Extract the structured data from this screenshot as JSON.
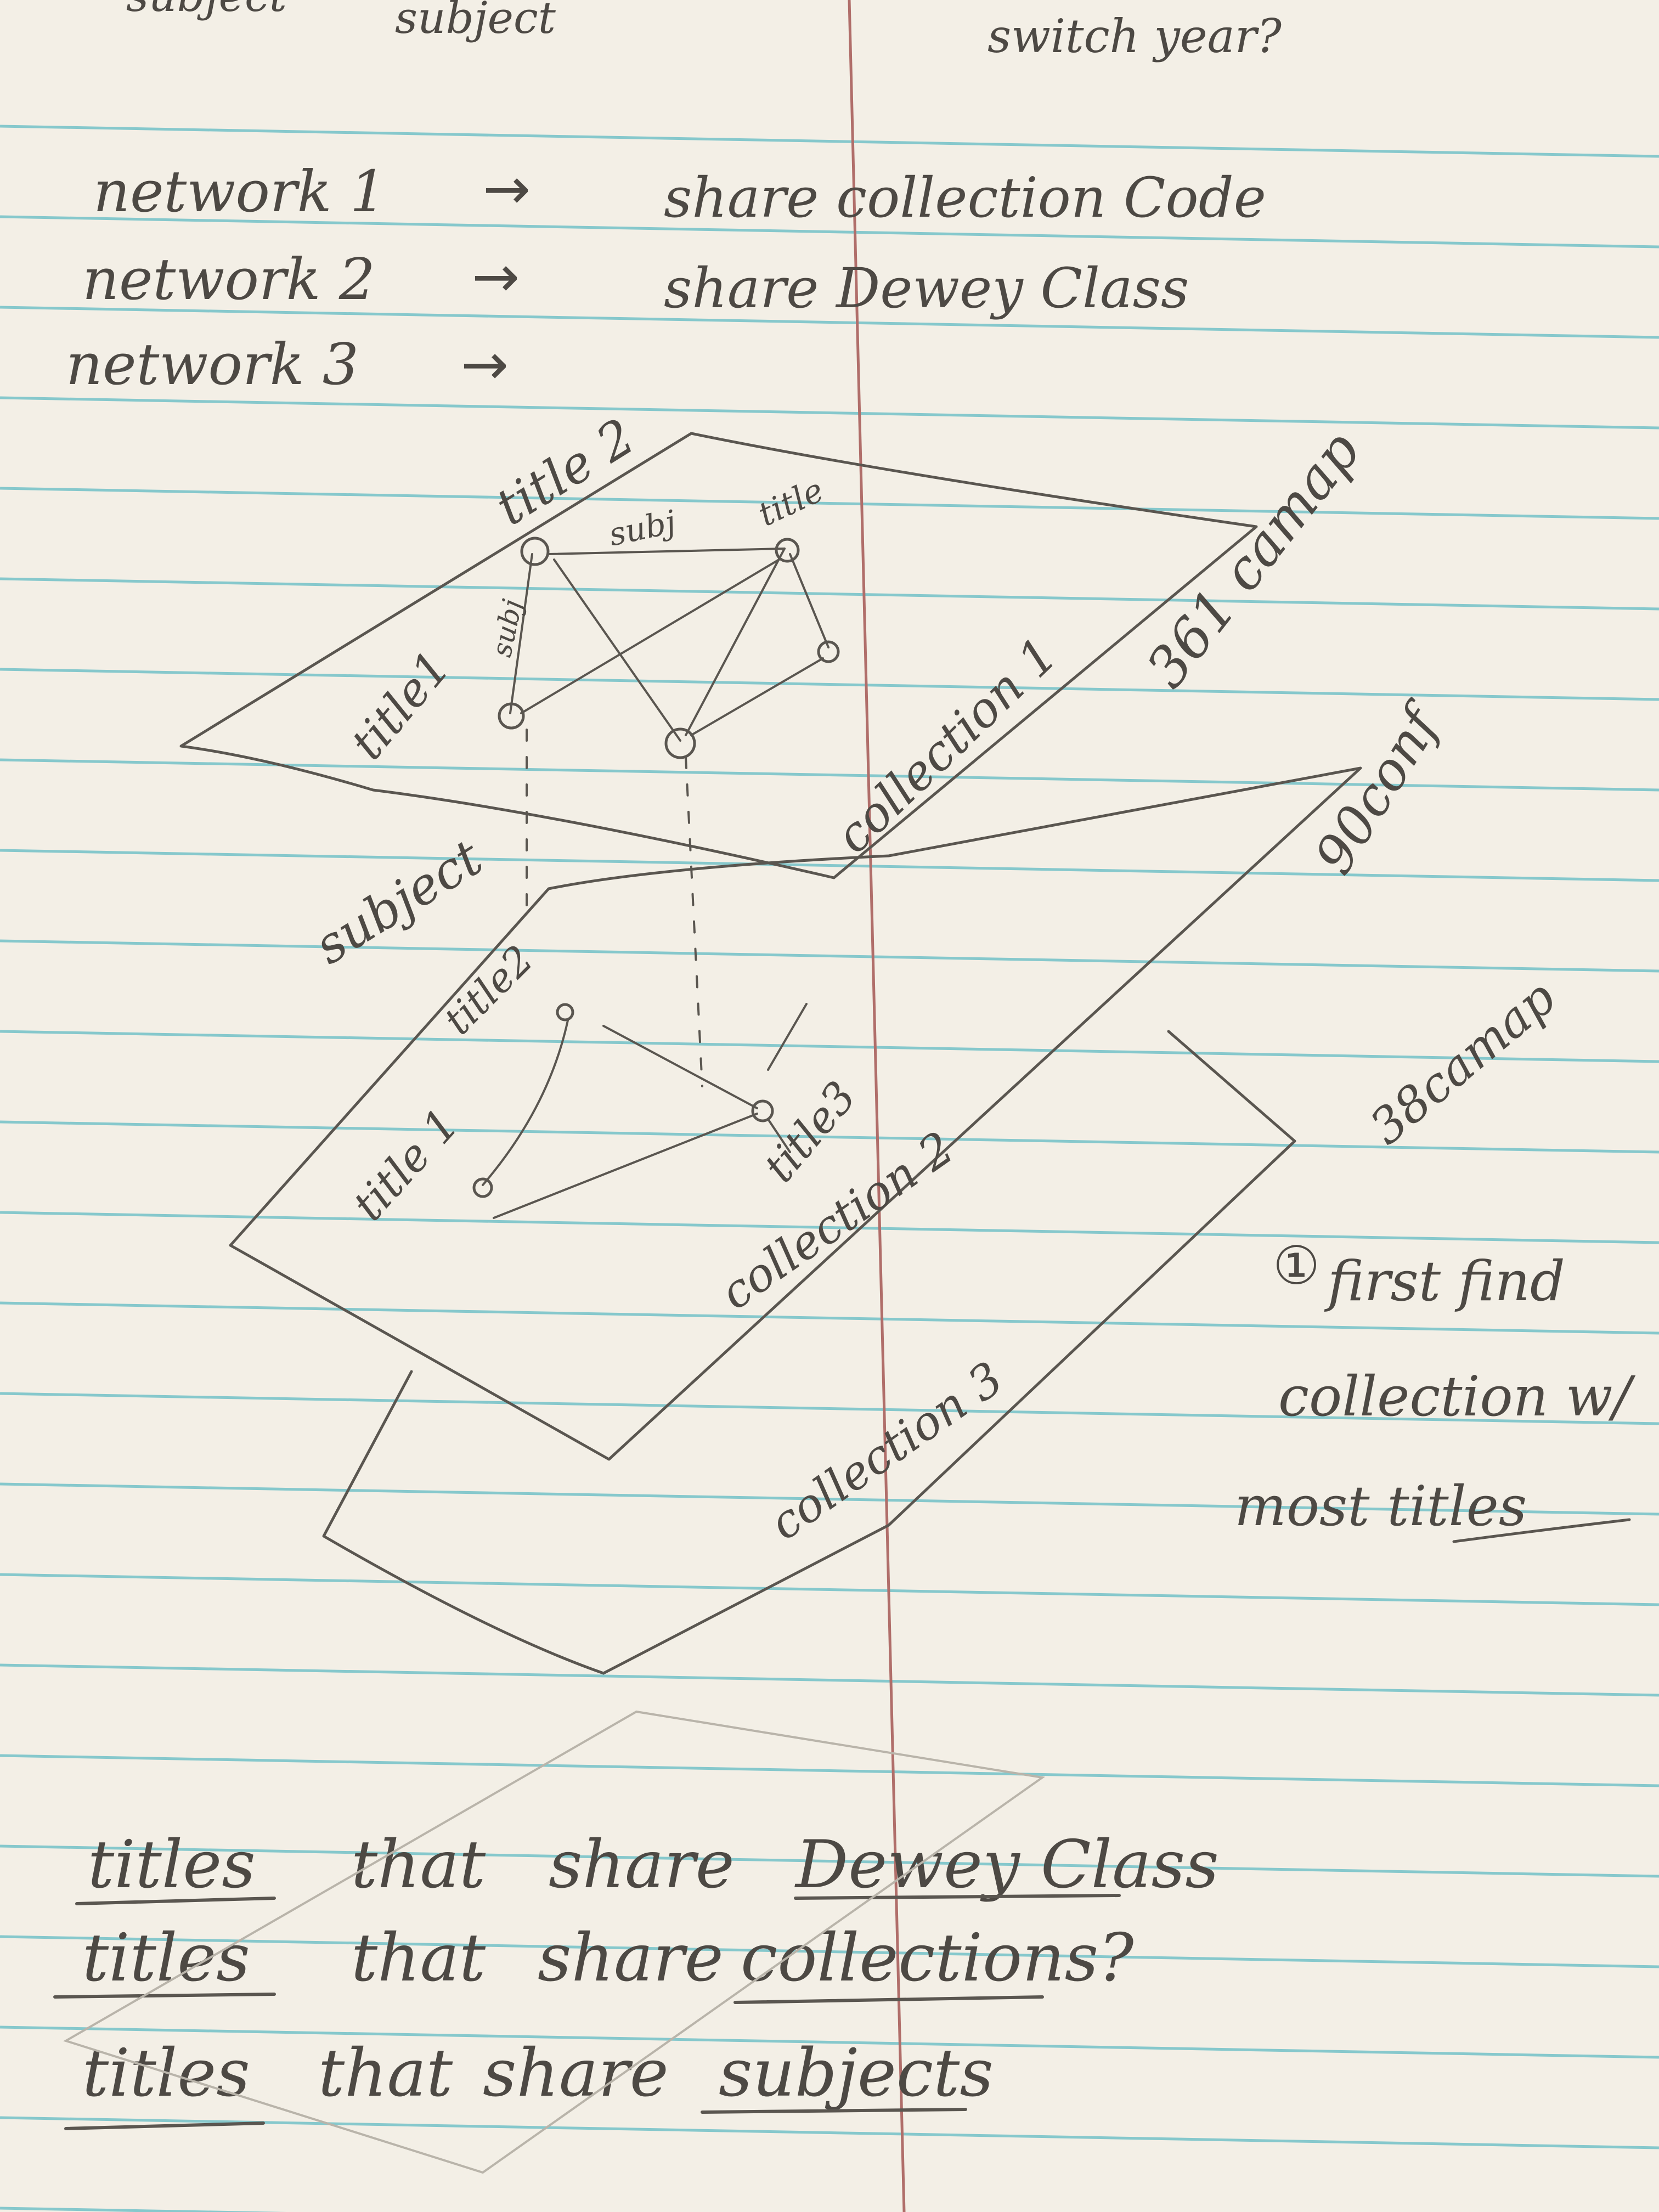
{
  "page": {
    "type": "handwritten notes on ruled notebook paper",
    "colors": {
      "paper": "#f3efe6",
      "rule_line": "#86c8cc",
      "margin_line": "#b06e6a",
      "pencil": "#4d4944"
    }
  },
  "header": {
    "left_partial": "subject",
    "center_partial": "subject",
    "right_question": "switch year?"
  },
  "networks": [
    {
      "label": "network 1",
      "arrow": "→",
      "rule": "share collection Code"
    },
    {
      "label": "network 2",
      "arrow": "→",
      "rule": "share Dewey Class"
    },
    {
      "label": "network 3",
      "arrow": "→",
      "rule": ""
    }
  ],
  "diagram": {
    "plane_top": {
      "labels": [
        "title 2",
        "title",
        "subj",
        "subj",
        "title1",
        "collection 1",
        "361 camap",
        "subject"
      ]
    },
    "plane_middle": {
      "labels": [
        "title2",
        "title 1",
        "title3",
        "collection 2",
        "90conf",
        "38camap"
      ]
    },
    "plane_bottom": {
      "labels": [
        "collection 3"
      ]
    },
    "side_note": {
      "number": "①",
      "lines": [
        "first find",
        "collection w/",
        "most titles"
      ]
    }
  },
  "bottom_list": [
    {
      "a": "titles",
      "b": "that",
      "c": "share",
      "d": "Dewey Class"
    },
    {
      "a": "titles",
      "b": "that",
      "c": "share",
      "d": "collections?"
    },
    {
      "a": "titles",
      "b": "that",
      "c": "share",
      "d": "subjects"
    }
  ]
}
